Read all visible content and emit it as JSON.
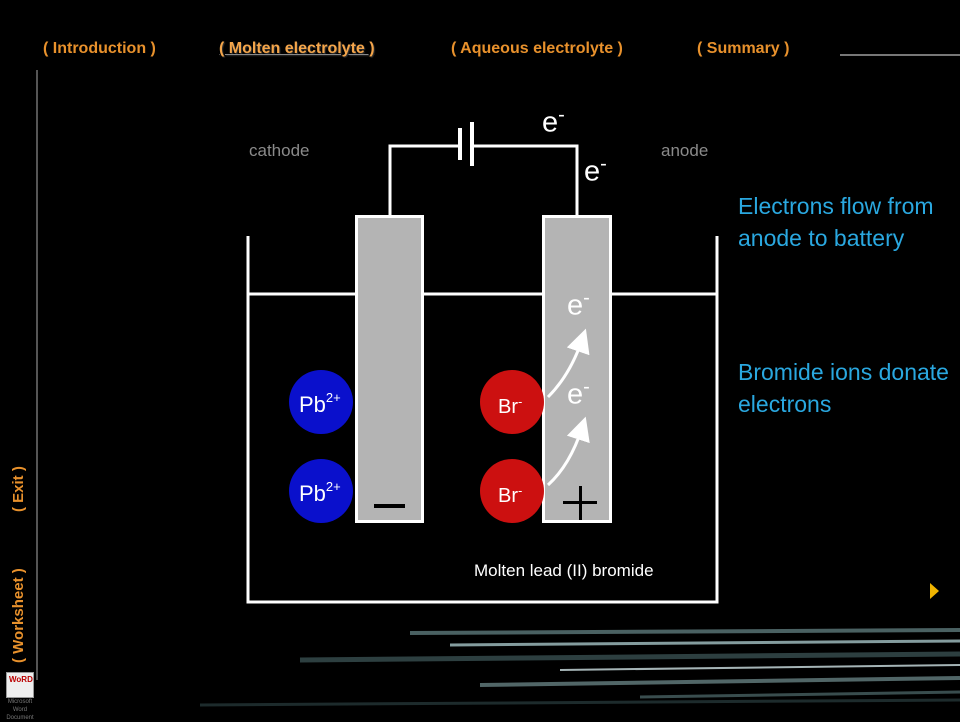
{
  "nav": {
    "items": [
      "( Introduction )",
      "( Molten electrolyte )",
      "( Aqueous electrolyte )",
      "( Summary )"
    ],
    "side_worksheet": "( Worksheet )",
    "side_exit": "( Exit )"
  },
  "diagram": {
    "cathode_label": "cathode",
    "anode_label": "anode",
    "electron": "e",
    "electron_charge": "-",
    "cation_symbol": "Pb",
    "cation_charge": "2+",
    "anion_symbol": "Br",
    "anion_charge": "-",
    "caption": "Molten lead (II) bromide"
  },
  "info": {
    "line1": "Electrons flow from anode to battery",
    "line2": "Bromide ions donate electrons"
  },
  "word_icon": {
    "label": "WoRD",
    "caption": "Microsoft Word Document"
  },
  "colors": {
    "nav": "#e8912c",
    "info": "#2aa8e0",
    "cation": "#0a10cc",
    "anion": "#cc1010",
    "electrode": "#b4b4b4"
  }
}
